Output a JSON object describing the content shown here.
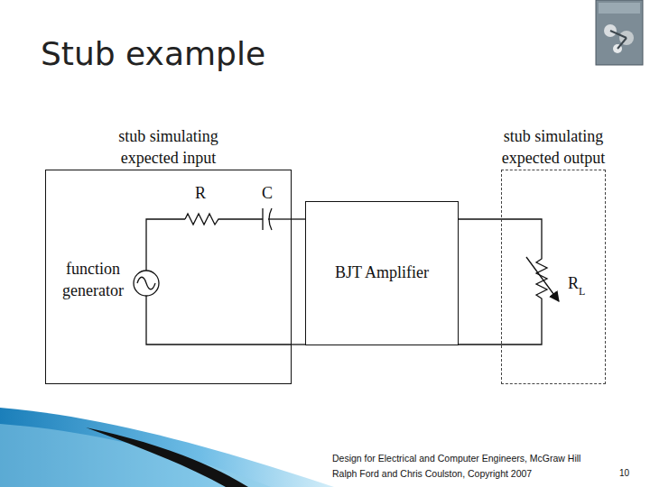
{
  "diagram": {
    "title": "Stub example",
    "nodes": [
      {
        "text": [
          "stub simulating expected input"
        ]
      },
      {
        "text": [
          "BJT Amplifier"
        ]
      },
      {
        "text": [
          "stub simulating expected output"
        ]
      }
    ],
    "edges": [
      {
        "from": 0,
        "to": 1,
        "arrow": "none"
      },
      {
        "from": 0,
        "to": 1,
        "arrow": "none"
      },
      {
        "from": 1,
        "to": 2,
        "arrow": "none"
      },
      {
        "from": 1,
        "to": 2,
        "arrow": "none"
      }
    ],
    "labels": [
      "R",
      "C",
      "function generator",
      "R",
      "L",
      "Design for Electrical and Computer Engineers, McGraw Hill",
      "Ralph Ford and Chris Coulston, Copyright 2007",
      "10"
    ]
  }
}
